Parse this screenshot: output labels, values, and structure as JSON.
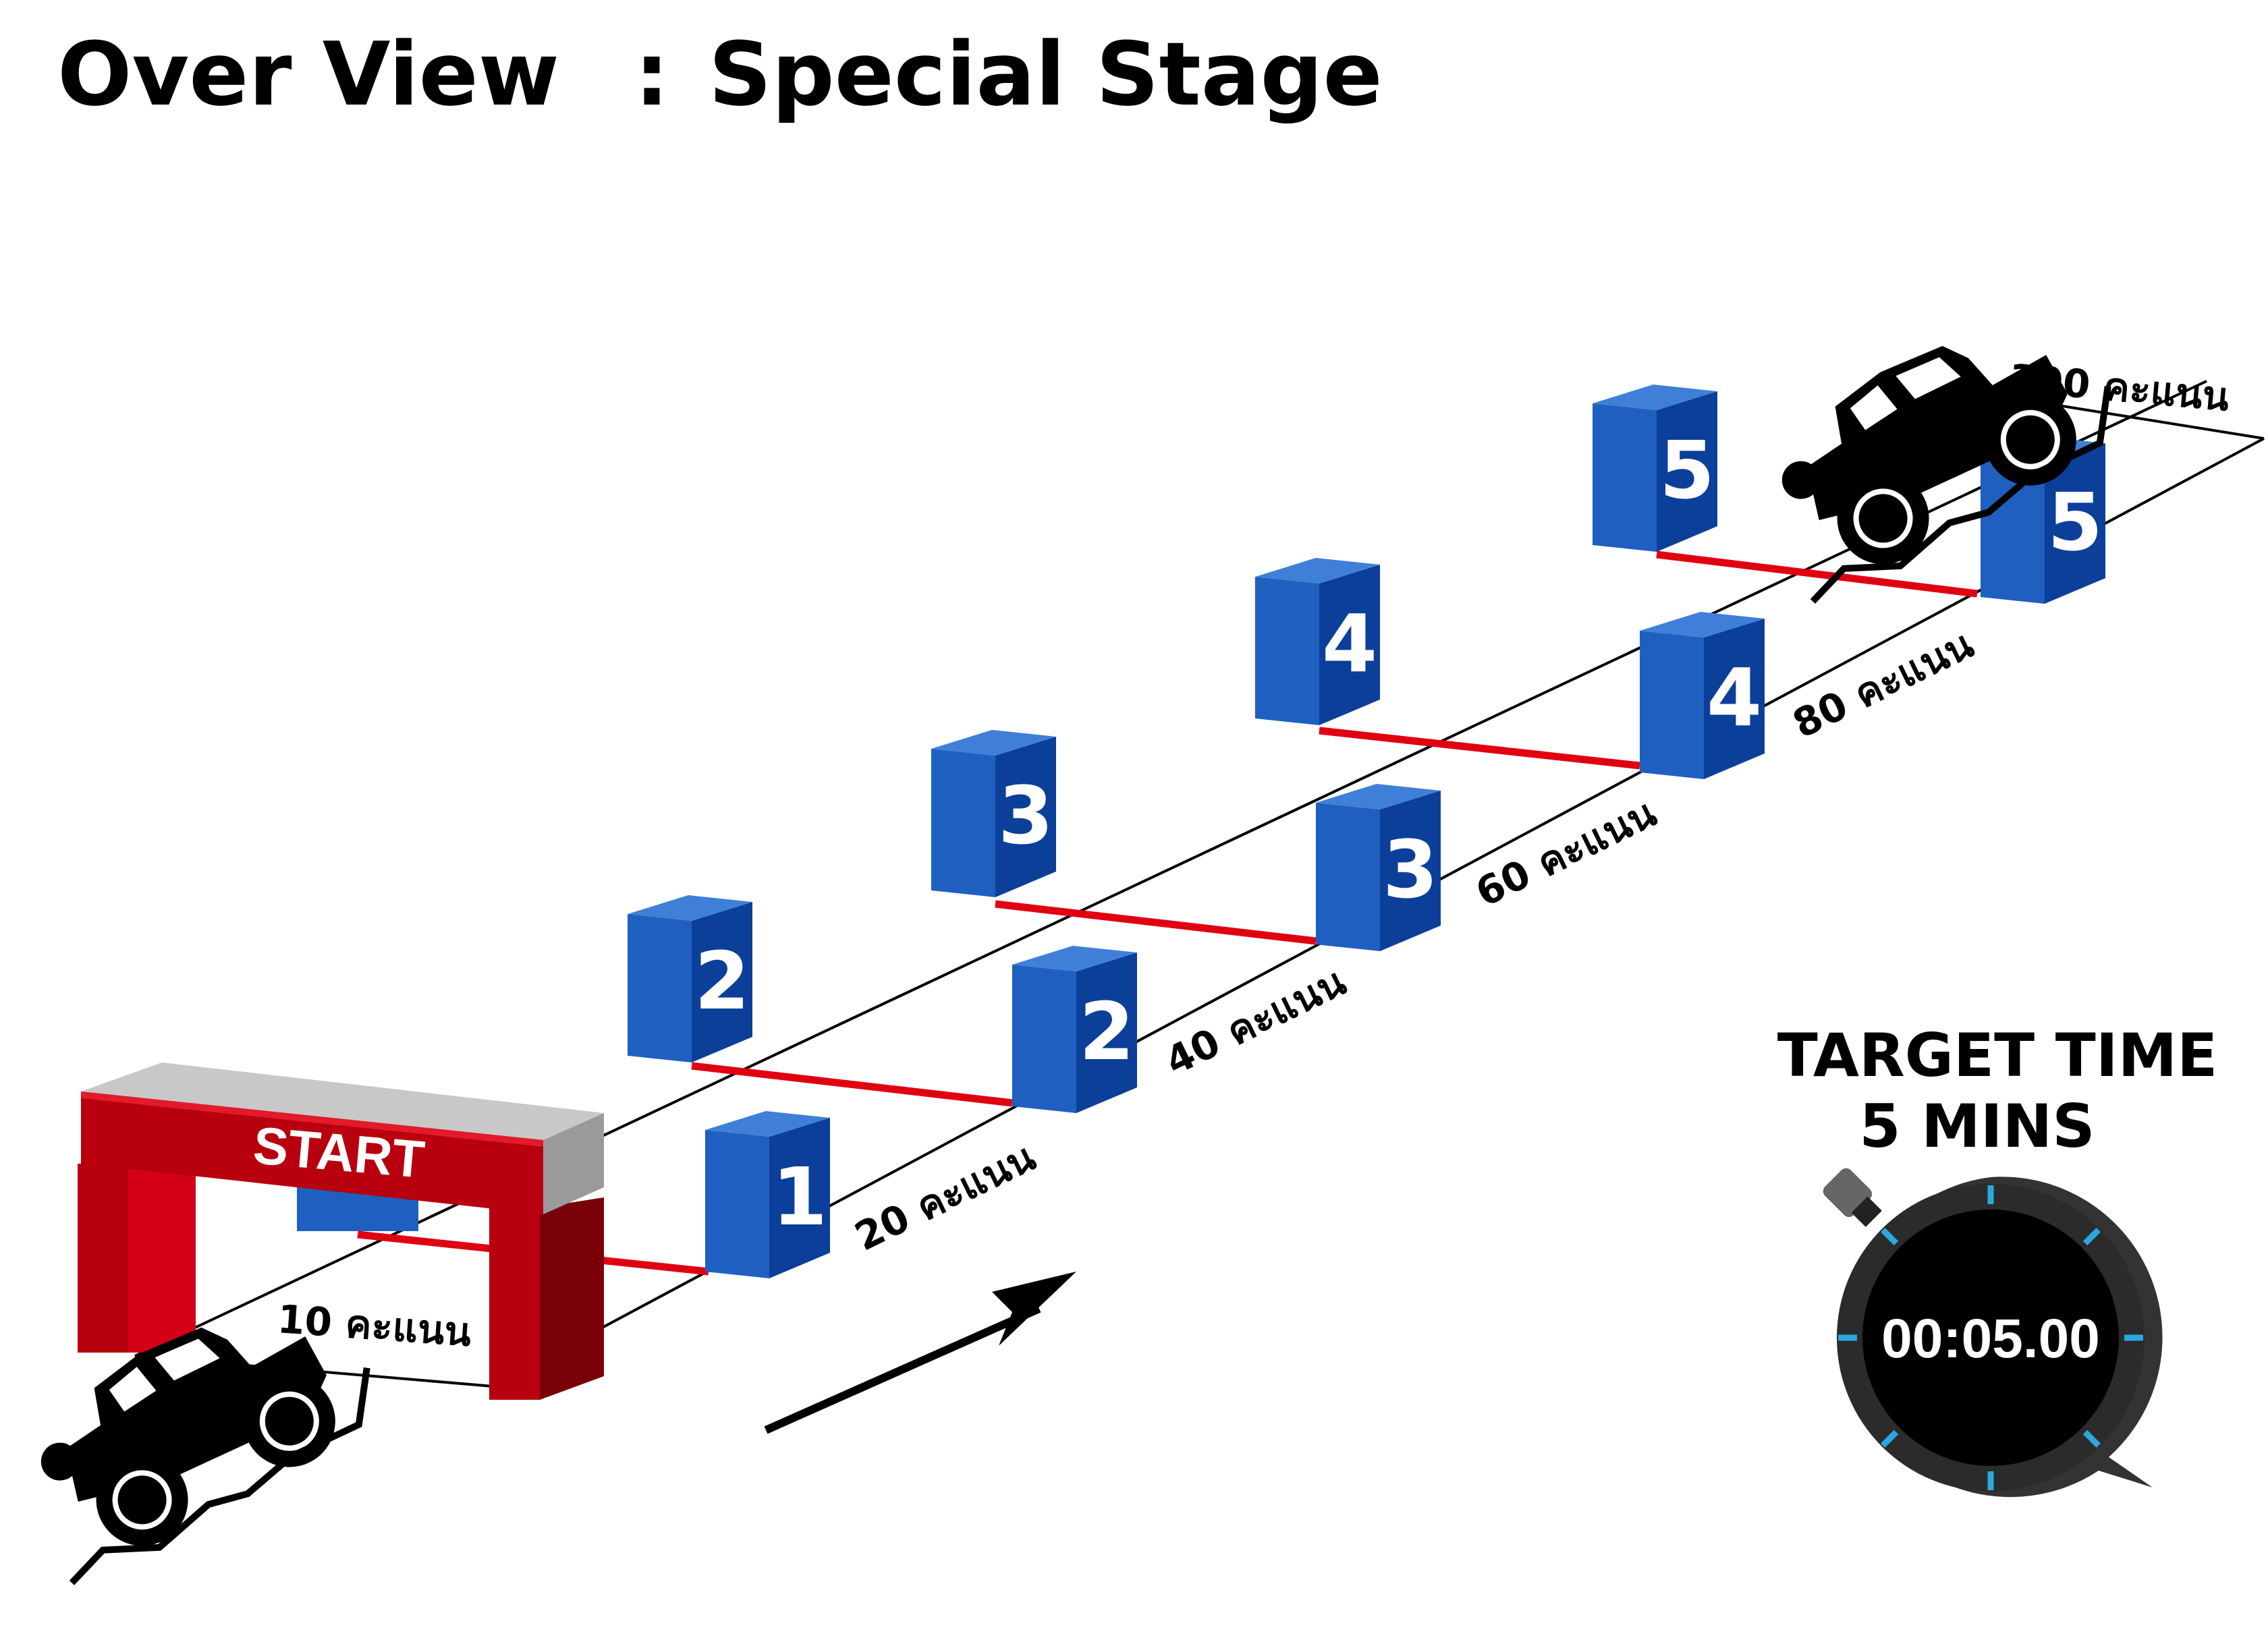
{
  "title": {
    "left": "Over View",
    "separator": ":",
    "right": "Special Stage"
  },
  "start_gate": {
    "label": "START"
  },
  "gates": [
    {
      "number": "1"
    },
    {
      "number": "2"
    },
    {
      "number": "3"
    },
    {
      "number": "4"
    },
    {
      "number": "5"
    }
  ],
  "scores": [
    "10 คะแนน",
    "20 คะแนน",
    "40 คะแนน",
    "60 คะแนน",
    "80 คะแนน",
    "100 คะแนน"
  ],
  "target": {
    "line1": "TARGET TIME",
    "line2": "5 MINS",
    "timer": "00:05.00"
  },
  "colors": {
    "gate_blue": "#1f5fc0",
    "gate_blue_side": "#0b3f9a",
    "gate_blue_top": "#3f7fd8",
    "arch_red": "#b8000f",
    "red_line": "#e00012",
    "timer_ring": "#29a9e0"
  },
  "icons": [
    "jeep-icon",
    "direction-arrow-icon",
    "stopwatch-icon"
  ]
}
